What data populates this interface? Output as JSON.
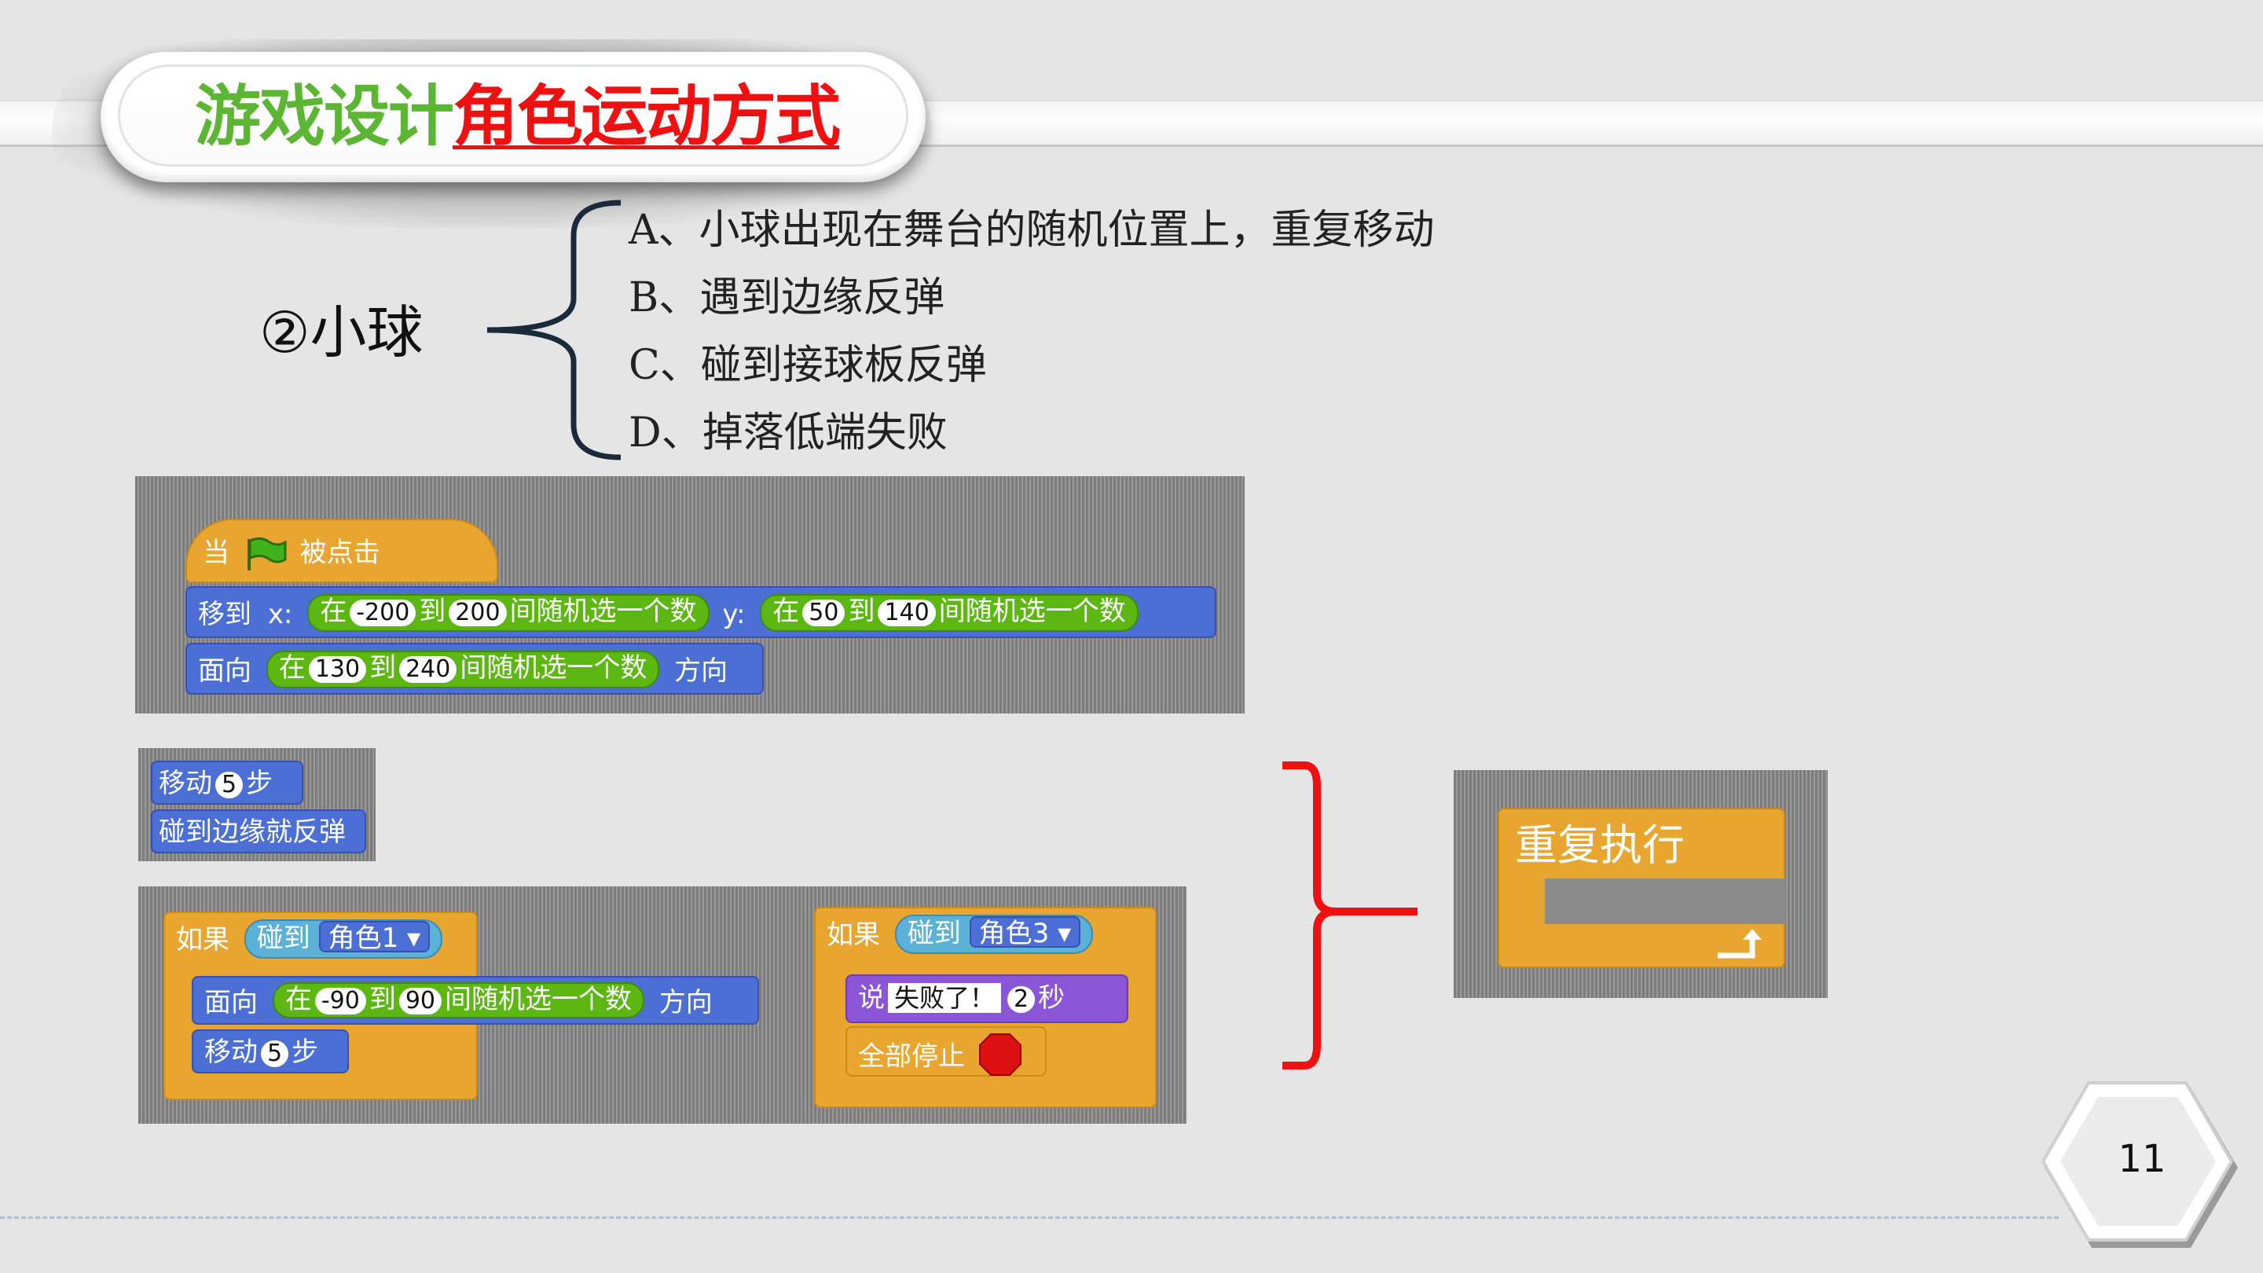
{
  "title": {
    "part1": "游戏设计",
    "part2": "角色运动方式"
  },
  "ball_label": "②小球",
  "options": [
    "A、小球出现在舞台的随机位置上，重复移动",
    "B、遇到边缘反弹",
    "C、碰到接球板反弹",
    "D、掉落低端失败"
  ],
  "script1": {
    "hat": {
      "when": "当",
      "clicked": "被点击"
    },
    "goto": {
      "label": "移到",
      "x": "x:",
      "y": "y:",
      "in": "在",
      "to": "到",
      "rand": "间随机选一个数",
      "x_from": "-200",
      "x_to": "200",
      "y_from": "50",
      "y_to": "140"
    },
    "point": {
      "label": "面向",
      "in": "在",
      "to": "到",
      "rand": "间随机选一个数",
      "dir": "方向",
      "from": "130",
      "to_val": "240"
    }
  },
  "script2": {
    "move": {
      "label": "移动",
      "steps": "5",
      "unit": "步"
    },
    "bounce": "碰到边缘就反弹"
  },
  "script3": {
    "if_label": "如果",
    "touch": "碰到",
    "sprite": "角色1",
    "point": {
      "label": "面向",
      "in": "在",
      "to": "到",
      "rand": "间随机选一个数",
      "dir": "方向",
      "from": "-90",
      "to_val": "90"
    },
    "move": {
      "label": "移动",
      "steps": "5",
      "unit": "步"
    }
  },
  "script4": {
    "if_label": "如果",
    "touch": "碰到",
    "sprite": "角色3",
    "say": {
      "label": "说",
      "text": "失败了！",
      "secs": "2",
      "unit": "秒"
    },
    "stop": "全部停止"
  },
  "forever": "重复执行",
  "page_number": "11",
  "colors": {
    "title_green": "#5db534",
    "title_red": "#ee1111",
    "brace_red": "#ee1111"
  }
}
